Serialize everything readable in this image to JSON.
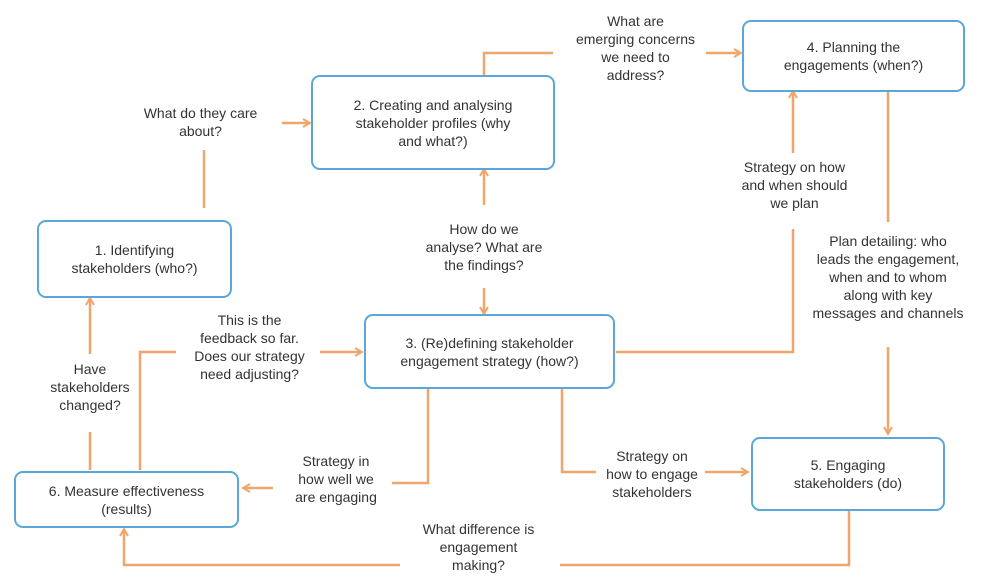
{
  "colors": {
    "arrow": "#f0a66a",
    "box_border": "#5aa8d9",
    "text": "#333333"
  },
  "nodes": {
    "identify": "1. Identifying\nstakeholders (who?)",
    "profiles": "2. Creating and analysing\nstakeholder profiles (why\nand what?)",
    "strategy": "3. (Re)defining stakeholder\nengagement strategy (how?)",
    "planning": "4. Planning the\nengagements (when?)",
    "engaging": "5. Engaging\nstakeholders (do)",
    "measure": "6. Measure effectiveness\n(results)"
  },
  "edge_labels": {
    "care_about": "What do they care\nabout?",
    "emerging_concerns": "What are\nemerging concerns\nwe need to\naddress?",
    "analyse_findings": "How do we\nanalyse? What are\nthe findings?",
    "plan_how_when": "Strategy on how\nand when should\nwe plan",
    "plan_detailing": "Plan detailing: who\nleads the engagement,\nwhen and to whom\nalong with key\nmessages and channels",
    "feedback": "This is the\nfeedback so far.\nDoes our strategy\nneed adjusting?",
    "stakeholders_changed": "Have\nstakeholders\nchanged?",
    "strategy_how_well": "Strategy in\nhow well we\nare engaging",
    "strategy_engage": "Strategy on\nhow to engage\nstakeholders",
    "difference": "What difference is\nengagement\nmaking?"
  }
}
